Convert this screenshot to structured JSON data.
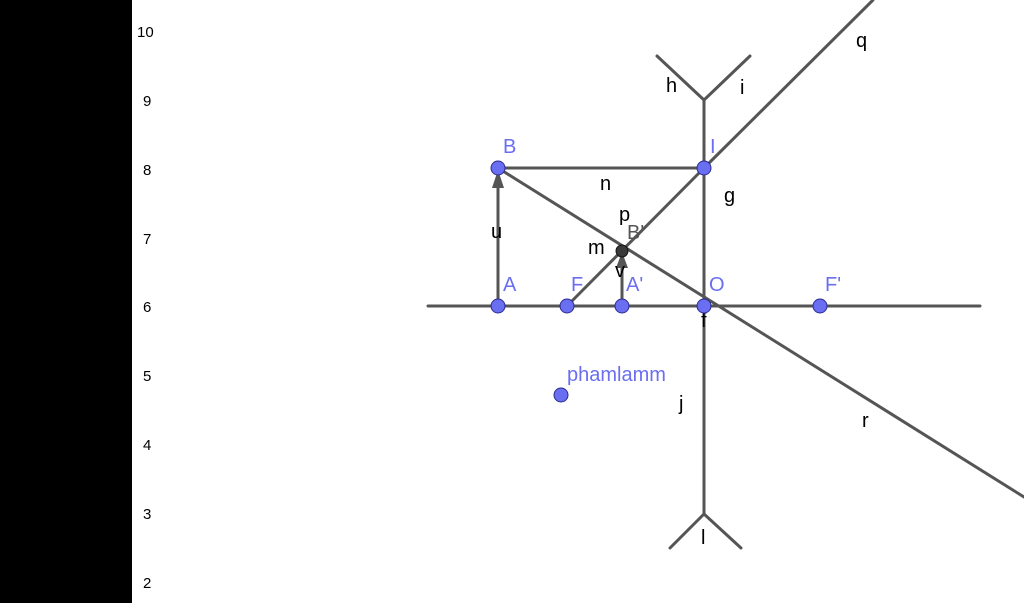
{
  "left_panel": {
    "color": "#000000"
  },
  "y_axis": {
    "ticks": [
      "10",
      "9",
      "8",
      "7",
      "6",
      "5",
      "4",
      "3",
      "2"
    ]
  },
  "colors": {
    "object": "#555555",
    "point_fill": "#6a6ef0",
    "point_stroke": "#2b2b8f",
    "point_label": "#6a6ef0",
    "dark_point": "#3a3a3a",
    "text": "#000000"
  },
  "points": {
    "A": "A",
    "B": "B",
    "F": "F",
    "A_prime": "A'",
    "B_prime": "B'",
    "O": "O",
    "F_prime": "F'",
    "I": "I",
    "phamlamm": "phamlamm"
  },
  "object_labels": {
    "q": "q",
    "h": "h",
    "i": "i",
    "n": "n",
    "g": "g",
    "p": "p",
    "u": "u",
    "m": "m",
    "v": "v",
    "f": "f",
    "j": "j",
    "r": "r",
    "l": "l"
  }
}
